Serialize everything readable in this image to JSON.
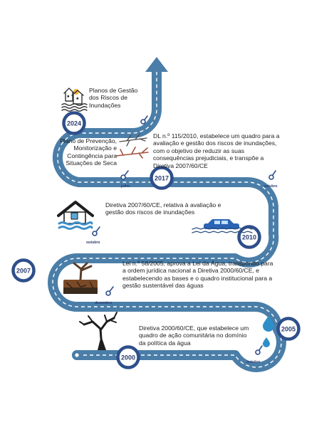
{
  "colors": {
    "road": "#4a7ea8",
    "road_dark": "#3a6a90",
    "dash": "#ffffff",
    "node_ring": "#2e4f8a",
    "year_text": "#2e3f73",
    "text": "#1e1e1e"
  },
  "milestones": [
    {
      "year": "2024",
      "text": "Planos de Gestão dos Riscos de Inundações",
      "icon": "flood-houses-icon"
    },
    {
      "year": "2017",
      "month": "julho",
      "text": "Plano de Prevenção, Monitorização e Contingência para Situações de Seca",
      "icon": "dry-branches-icon"
    },
    {
      "month": "outubro",
      "text": "DL n.º 115/2010, estabelece um quadro para a avaliação e gestão dos riscos de inundações, com o objetivo de reduzir as suas consequências prejudiciais, e transpõe a Diretiva 2007/60/CE"
    },
    {
      "year": "2010",
      "icon": "submerged-car-icon"
    },
    {
      "month": "outubro",
      "text": "Diretiva 2007/60/CE, relativa à avaliação e gestão dos riscos de inundações",
      "icon": "flooded-house-icon"
    },
    {
      "year": "2007"
    },
    {
      "month": "dezembro",
      "text": "Lei n.º 58/2005, aprova a Lei da Água, transpondo para a ordem jurídica nacional a Diretiva 2000/60/CE, e estabelecendo as bases e o quadro institucional para a gestão sustentável das águas",
      "icon": "dry-tree-cracked-soil-icon"
    },
    {
      "year": "2005",
      "icon": "water-drops-icon"
    },
    {
      "year": "2000",
      "month": "outubro",
      "text": "Diretiva 2000/60/CE, que estabelece um quadro de ação comunitária no domínio da política da água",
      "icon": "dead-tree-icon"
    }
  ]
}
